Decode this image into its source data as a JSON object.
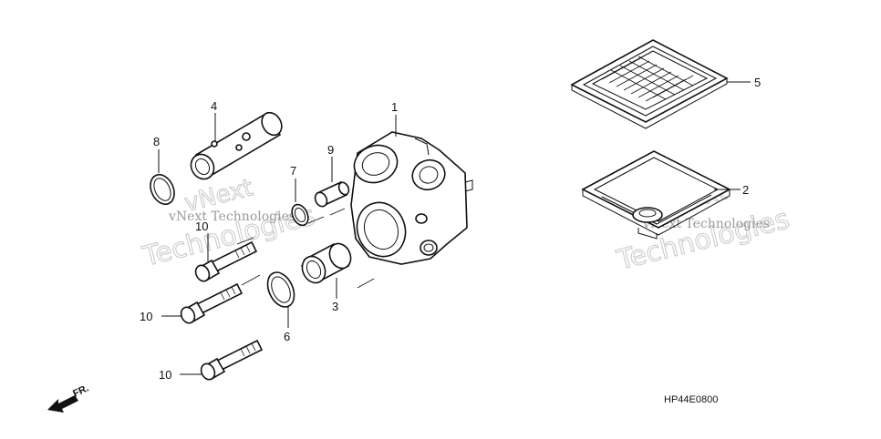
{
  "labels": {
    "p1": "1",
    "p2": "2",
    "p3": "3",
    "p4": "4",
    "p5": "5",
    "p6": "6",
    "p7": "7",
    "p8": "8",
    "p9": "9",
    "p10a": "10",
    "p10b": "10",
    "p10c": "10"
  },
  "diagram_code": "HP44E0800",
  "front_marker": "FR.",
  "watermark": {
    "line1": "vNext",
    "line2": "Technologies",
    "small": "vNext Technologies"
  }
}
